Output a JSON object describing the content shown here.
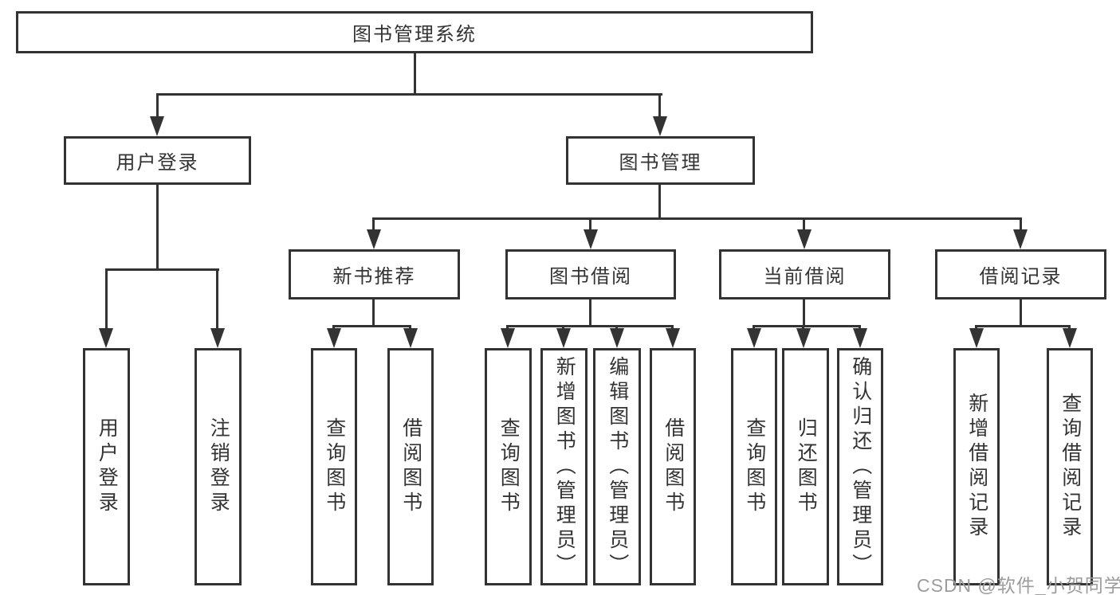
{
  "colors": {
    "line": "#333333",
    "box_border": "#333333",
    "text": "#333333",
    "watermark": "#9c9c9c",
    "background": "#ffffff"
  },
  "tree": {
    "root": "图书管理系统",
    "children": [
      {
        "label": "用户登录",
        "children": [
          {
            "label": "用户登录"
          },
          {
            "label": "注销登录"
          }
        ]
      },
      {
        "label": "图书管理",
        "children": [
          {
            "label": "新书推荐",
            "children": [
              {
                "label": "查询图书"
              },
              {
                "label": "借阅图书"
              }
            ]
          },
          {
            "label": "图书借阅",
            "children": [
              {
                "label": "查询图书"
              },
              {
                "label": "新增图书（管理员）"
              },
              {
                "label": "编辑图书（管理员）"
              },
              {
                "label": "借阅图书"
              }
            ]
          },
          {
            "label": "当前借阅",
            "children": [
              {
                "label": "查询图书"
              },
              {
                "label": "归还图书"
              },
              {
                "label": "确认归还（管理员）"
              }
            ]
          },
          {
            "label": "借阅记录",
            "children": [
              {
                "label": "新增借阅记录"
              },
              {
                "label": "查询借阅记录"
              }
            ]
          }
        ]
      }
    ]
  },
  "watermark": {
    "text": "CSDN @软件_小贺同学"
  }
}
